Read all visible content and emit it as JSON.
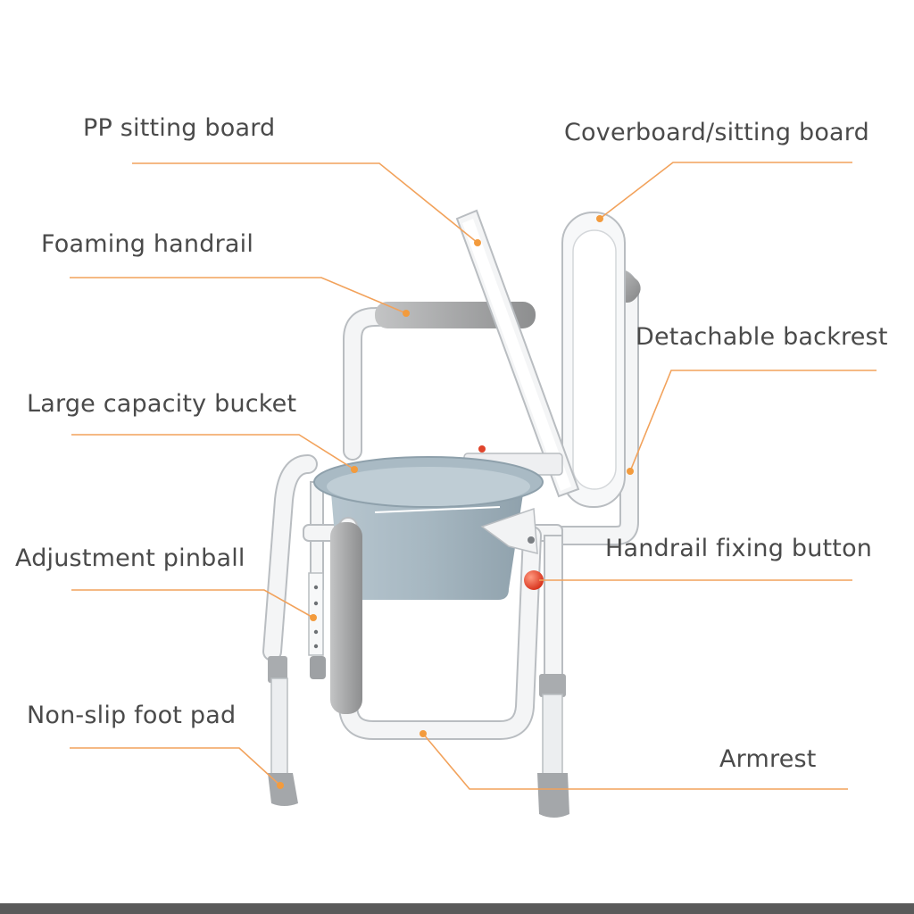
{
  "diagram": {
    "labels": {
      "pp_sitting_board": "PP sitting board",
      "coverboard": "Coverboard/sitting board",
      "foaming_handrail": "Foaming handrail",
      "detachable_backrest": "Detachable backrest",
      "bucket": "Large capacity bucket",
      "handrail_fixing_button": "Handrail fixing button",
      "adjustment_pinball": "Adjustment pinball",
      "foot_pad": "Non-slip foot pad",
      "armrest": "Armrest"
    },
    "colors": {
      "leader_line": "#f2a25b",
      "frame": "#f4f5f6",
      "frame_stroke": "#b9bdc1",
      "foam": "#a8a9aa",
      "bucket": "#a9bac4",
      "pinball": "#e0442b"
    }
  }
}
